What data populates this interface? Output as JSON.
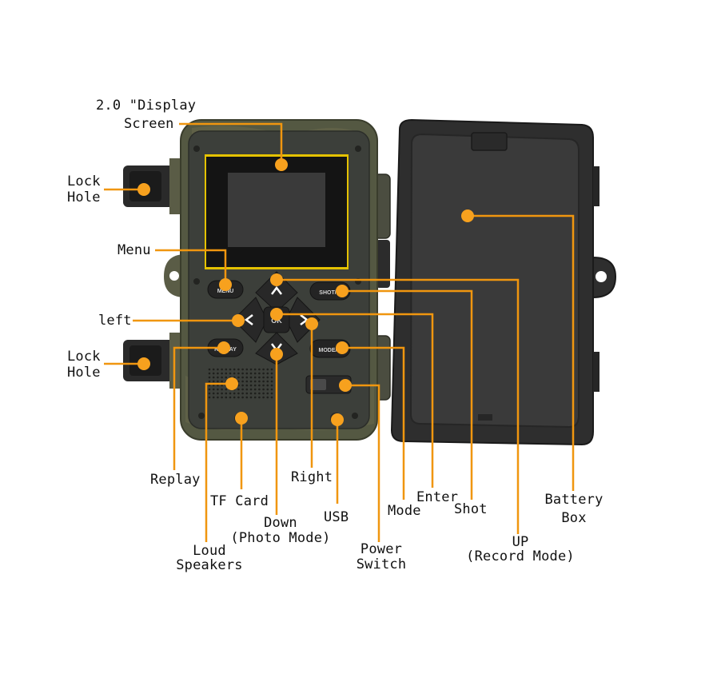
{
  "colors": {
    "callout": "#f0960f",
    "body": "#4a5038",
    "face": "#3a3d38",
    "cover": "#2e2e2e",
    "screen_frame": "#e7c300",
    "screen": "#2f2f2f"
  },
  "buttons": {
    "menu": "MENU",
    "shot": "SHOT/",
    "ok": "OK",
    "replay": "REPLAY",
    "mode": "MODE/"
  },
  "labels": {
    "display_line1": "2.0 \"Display",
    "display_line2": "Screen",
    "lock_top_1": "Lock",
    "lock_top_2": "Hole",
    "menu": "Menu",
    "left": "left",
    "lock_bottom_1": "Lock",
    "lock_bottom_2": "Hole",
    "replay": "Replay",
    "tf_card": "TF Card",
    "down_1": "Down",
    "down_2": "(Photo Mode)",
    "loud_1": "Loud",
    "loud_2": "Speakers",
    "right": "Right",
    "usb": "USB",
    "power_1": "Power",
    "power_2": "Switch",
    "mode": "Mode",
    "enter": "Enter",
    "shot": "Shot",
    "up_1": "UP",
    "up_2": "(Record Mode)",
    "battery_1": "Battery",
    "battery_2": "Box"
  },
  "icons": [
    "callout-dot",
    "arrow-up-icon",
    "arrow-down-icon",
    "arrow-left-icon",
    "arrow-right-icon",
    "speaker-grille-icon"
  ]
}
